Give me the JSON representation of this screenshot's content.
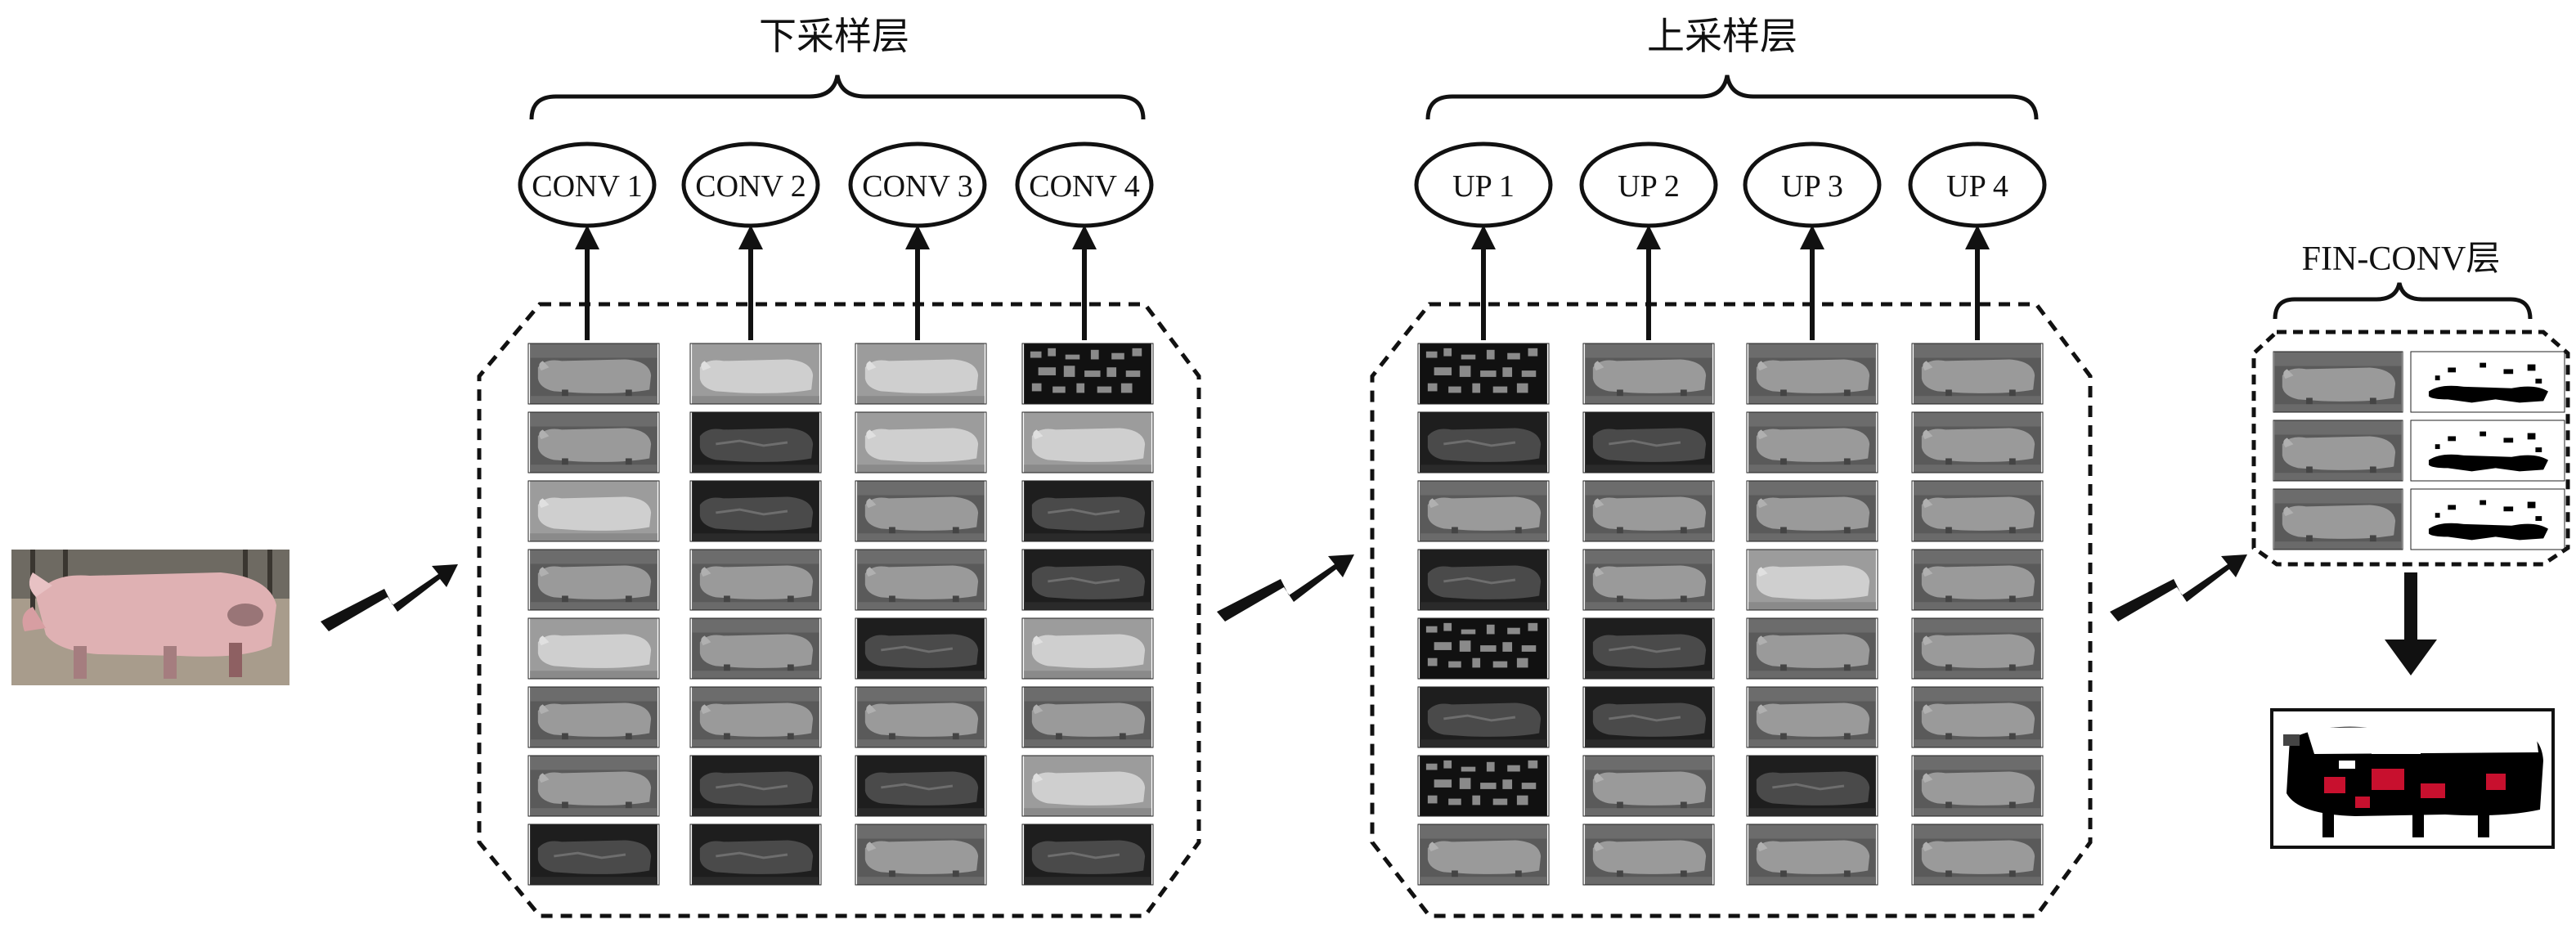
{
  "downsampling": {
    "title": "下采样层",
    "nodes": [
      "CONV 1",
      "CONV 2",
      "CONV 3",
      "CONV 4"
    ],
    "rows": 8
  },
  "upsampling": {
    "title": "上采样层",
    "nodes": [
      "UP 1",
      "UP 2",
      "UP 3",
      "UP 4"
    ],
    "rows": 8
  },
  "final": {
    "title": "FIN-CONV层",
    "rows": 3
  },
  "colors": {
    "line": "#111111",
    "pig_skin": "#d9a7aa",
    "segmentation_red": "#c8102e"
  }
}
